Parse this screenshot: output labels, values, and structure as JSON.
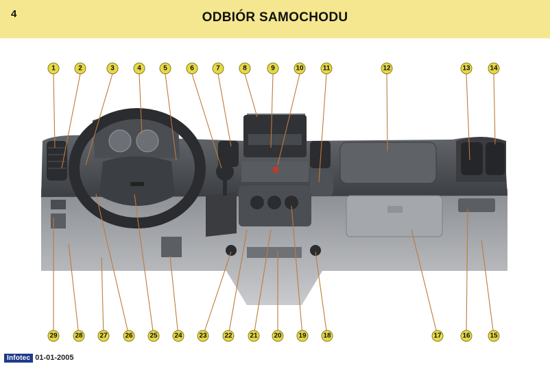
{
  "header": {
    "page_number": "4",
    "title": "ODBIÓR SAMOCHODU"
  },
  "callouts": {
    "top": [
      "1",
      "2",
      "3",
      "4",
      "5",
      "6",
      "7",
      "8",
      "9",
      "10",
      "11",
      "12",
      "13",
      "14"
    ],
    "bottom": [
      "29",
      "28",
      "27",
      "26",
      "25",
      "24",
      "23",
      "22",
      "21",
      "20",
      "19",
      "18",
      "17",
      "16",
      "15"
    ]
  },
  "footer": {
    "logo_text": "Infotec",
    "date": "01-01-2005"
  },
  "colors": {
    "header_bg": "#f5e78f",
    "callout_fill": "#e6d84a",
    "leader": "#c07a3a",
    "logo_bg": "#1f3a88"
  }
}
